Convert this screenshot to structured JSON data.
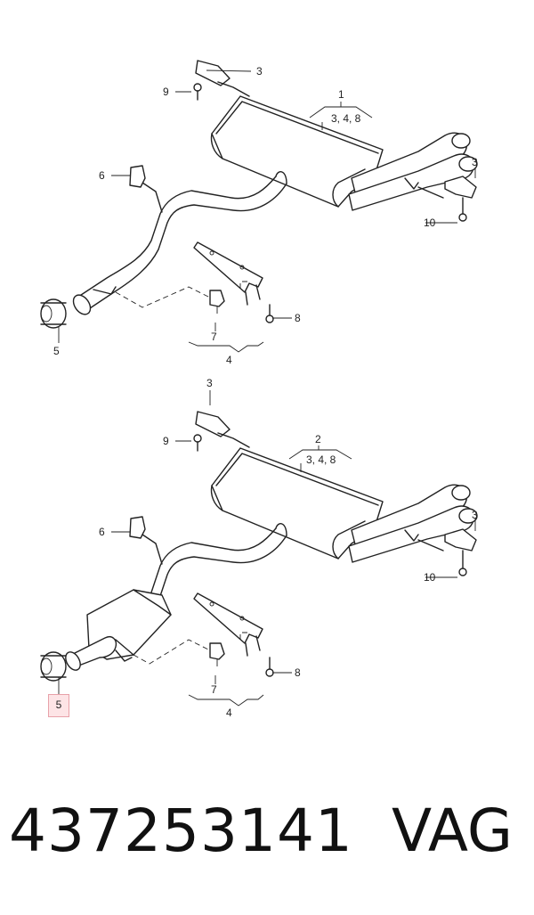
{
  "diagram_a": {
    "labels": {
      "p1": "1",
      "p1_sub": "3, 4, 8",
      "p3_top": "3",
      "p3_right": "3",
      "p9": "9",
      "p10": "10",
      "p6": "6",
      "p5": "5",
      "p7": "7",
      "p8": "8",
      "p4": "4"
    }
  },
  "diagram_b": {
    "labels": {
      "p2": "2",
      "p2_sub": "3, 4, 8",
      "p3_top": "3",
      "p3_right": "3",
      "p9": "9",
      "p10": "10",
      "p6": "6",
      "p5": "5",
      "p7": "7",
      "p8": "8",
      "p4": "4"
    }
  },
  "footer": {
    "part_number": "437253141",
    "brand": "VAG"
  },
  "colors": {
    "line": "#222222",
    "highlight_fill": "#fde4e6",
    "highlight_border": "#e8a1a9"
  }
}
